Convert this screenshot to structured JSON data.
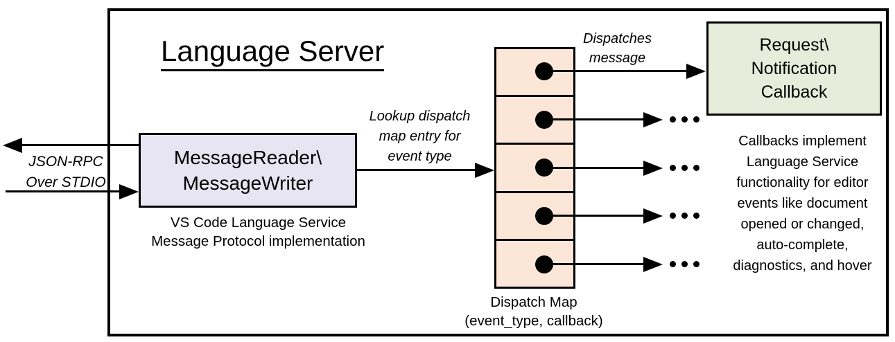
{
  "diagram": {
    "title": "Language Server",
    "io_label": {
      "lines": [
        "JSON-RPC",
        "Over STDIO"
      ]
    },
    "message_box": {
      "lines": [
        "MessageReader\\",
        "MessageWriter"
      ],
      "caption": {
        "lines": [
          "VS Code Language Service",
          "Message Protocol implementation"
        ]
      }
    },
    "lookup_label": {
      "lines": [
        "Lookup dispatch",
        "map entry for",
        "event type"
      ]
    },
    "dispatch_map": {
      "cell_count": 5,
      "caption": {
        "lines": [
          "Dispatch Map",
          "(event_type, callback)"
        ]
      }
    },
    "dispatches_label": {
      "lines": [
        "Dispatches",
        "message"
      ]
    },
    "callback_box": {
      "lines": [
        "Request\\",
        "Notification",
        "Callback"
      ]
    },
    "callback_note": {
      "lines": [
        "Callbacks implement",
        "Language Service",
        "functionality for editor",
        "events like document",
        "opened or changed,",
        "auto-complete,",
        "diagnostics, and hover"
      ]
    },
    "colors": {
      "message_box_fill": "#E7E5F1",
      "dispatch_map_fill": "#FBE6D7",
      "callback_box_fill": "#E6EEDB",
      "line": "#000000"
    }
  }
}
